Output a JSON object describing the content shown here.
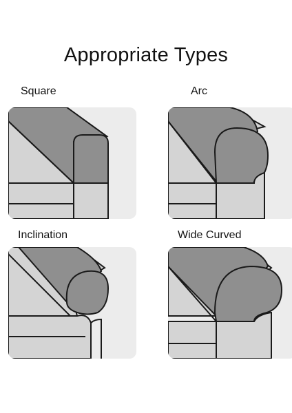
{
  "title": "Appropriate Types",
  "types": [
    {
      "label": "Square",
      "shape": "square-arm"
    },
    {
      "label": "Arc",
      "shape": "arc-arm"
    },
    {
      "label": "Inclination",
      "shape": "inclination-arm"
    },
    {
      "label": "Wide Curved",
      "shape": "wide-curved-arm"
    }
  ],
  "colors": {
    "background": "#ffffff",
    "panel": "#ececec",
    "cover_dark": "#8f8f8f",
    "cover_light": "#d4d4d4",
    "outline": "#1a1a1a"
  }
}
